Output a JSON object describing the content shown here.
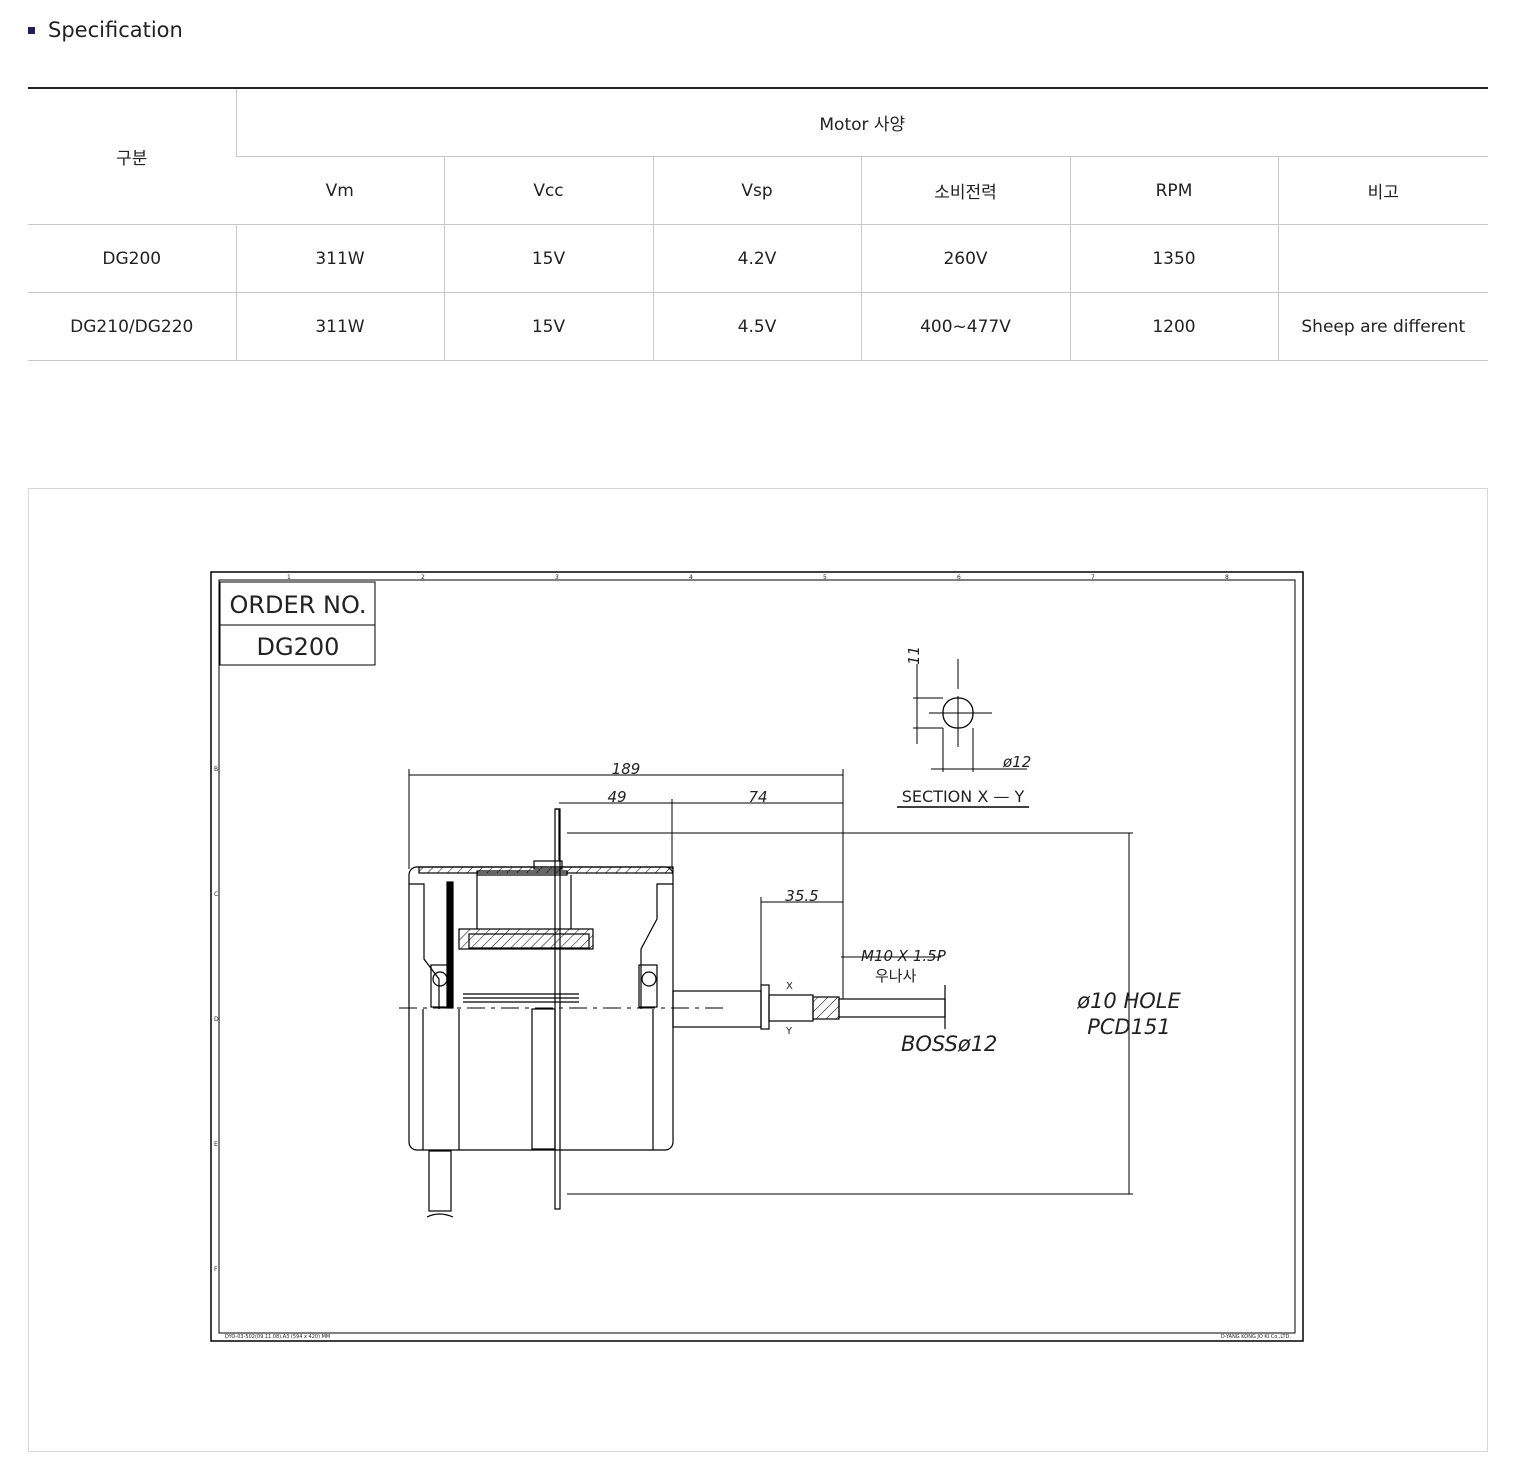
{
  "section": {
    "title": "Specification"
  },
  "table": {
    "header_category": "구분",
    "header_group": "Motor 사양",
    "columns": [
      "Vm",
      "Vcc",
      "Vsp",
      "소비전력",
      "RPM",
      "비고"
    ],
    "rows": [
      {
        "model": "DG200",
        "cells": [
          "311W",
          "15V",
          "4.2V",
          "260V",
          "1350",
          ""
        ]
      },
      {
        "model": "DG210/DG220",
        "cells": [
          "311W",
          "15V",
          "4.5V",
          "400~477V",
          "1200",
          "Sheep are different"
        ]
      }
    ]
  },
  "drawing": {
    "order_label": "ORDER NO.",
    "order_value": "DG200",
    "dims": {
      "overall": "189",
      "flange_offset": "49",
      "shaft_offset": "74",
      "shaft_len": "35.5",
      "thread": "M10 X 1.5P",
      "nut": "우나사",
      "boss": "BOSSø12",
      "hole": "ø10 HOLE",
      "pcd": "PCD151",
      "section_height": "11",
      "section_dia": "ø12",
      "section_label": "SECTION X — Y",
      "x_mark": "X",
      "y_mark": "Y"
    },
    "border_cols": [
      "1",
      "2",
      "3",
      "4",
      "5",
      "6",
      "7",
      "8"
    ],
    "border_rows": [
      "B",
      "C",
      "D",
      "E",
      "F"
    ],
    "footer_left": "DYO-03-502(09.11.08),A3 (594 x 420) MM",
    "footer_right": "D-YANG KONG JO KI Co.,LTD."
  }
}
